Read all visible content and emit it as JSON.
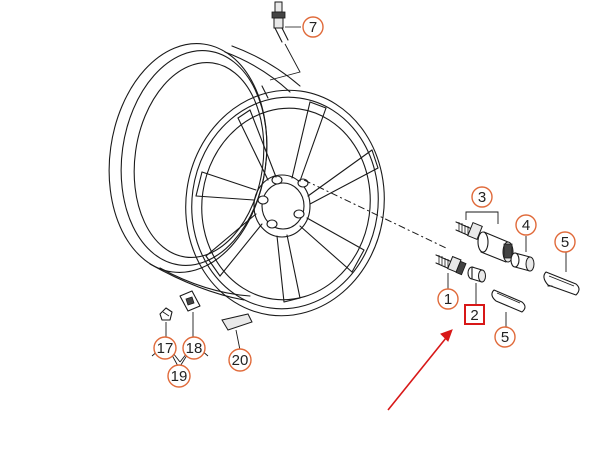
{
  "callouts": {
    "c1": "1",
    "c2": "2",
    "c3": "3",
    "c4": "4",
    "c5a": "5",
    "c5b": "5",
    "c7": "7",
    "c17": "17",
    "c18": "18",
    "c19": "19",
    "c20": "20"
  },
  "colors": {
    "callout_border": "#e06a3a",
    "highlight_box": "#d81818",
    "arrow": "#d81818",
    "line_art": "#1a1a1a"
  },
  "highlighted_part": "2"
}
